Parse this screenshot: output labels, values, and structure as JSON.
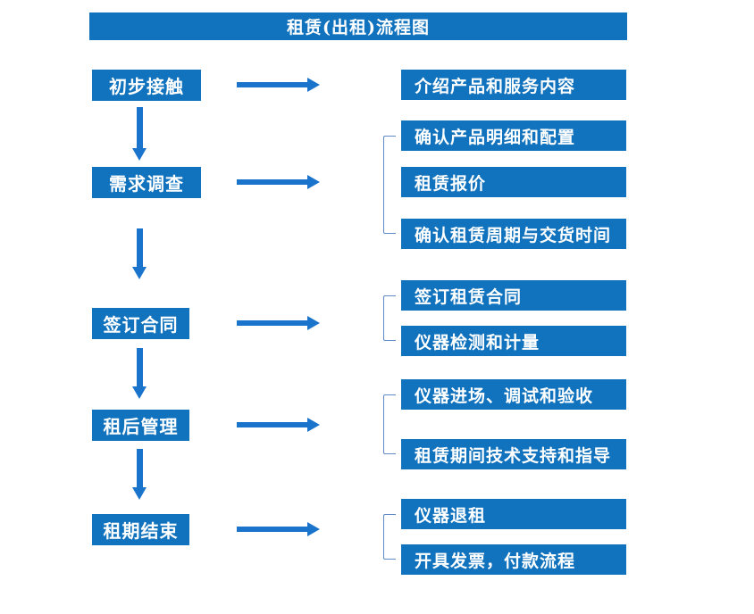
{
  "title": "租赁(出租)流程图",
  "colors": {
    "box-blue": "#1172BD",
    "arrow-blue": "#1B74CC",
    "bracket-blue": "#5E8AC7",
    "text-white": "#FFFFFF",
    "page-bg": "#FFFFFF"
  },
  "steps": [
    {
      "label": "初步接触",
      "details": [
        "介绍产品和服务内容"
      ]
    },
    {
      "label": "需求调查",
      "details": [
        "确认产品明细和配置",
        "租赁报价",
        "确认租赁周期与交货时间"
      ]
    },
    {
      "label": "签订合同",
      "details": [
        "签订租赁合同",
        "仪器检测和计量"
      ]
    },
    {
      "label": "租后管理",
      "details": [
        "仪器进场、调试和验收",
        "租赁期间技术支持和指导"
      ]
    },
    {
      "label": "租期结束",
      "details": [
        "仪器退租",
        "开具发票，付款流程"
      ]
    }
  ]
}
